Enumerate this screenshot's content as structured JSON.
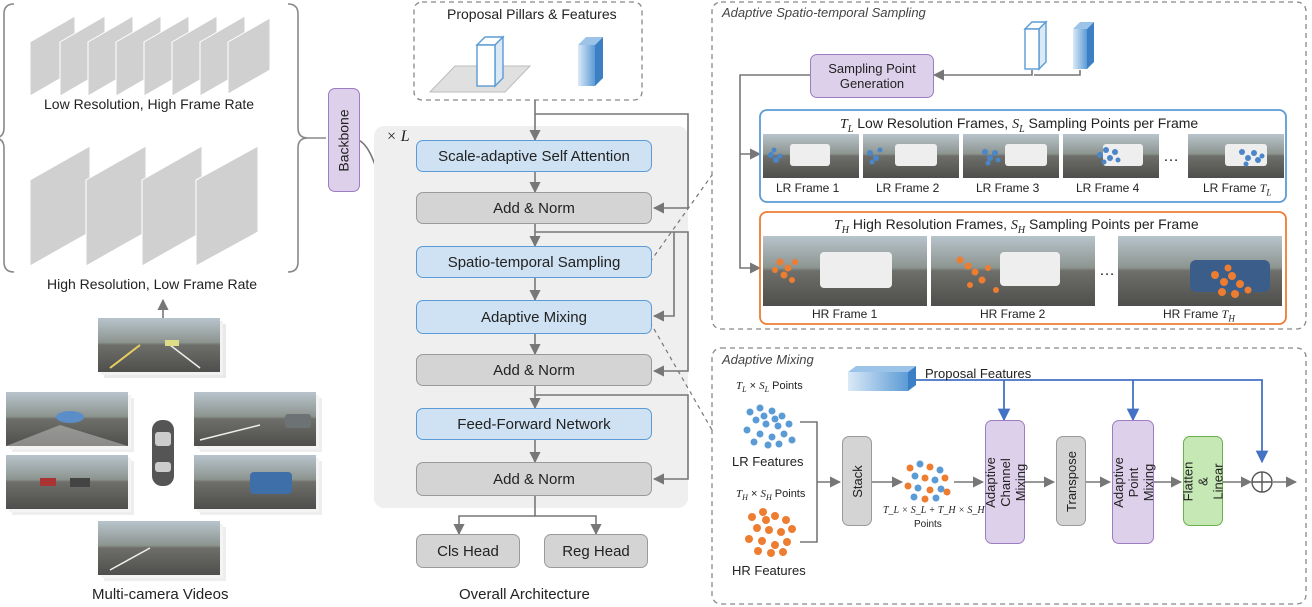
{
  "left": {
    "low_res_label": "Low Resolution, High Frame Rate",
    "high_res_label": "High Resolution, Low Frame Rate",
    "caption": "Multi-camera Videos",
    "backbone": "Backbone"
  },
  "middle": {
    "proposal_title": "Proposal Pillars & Features",
    "repeat": "× L",
    "blocks": {
      "self_attention": "Scale-adaptive Self Attention",
      "add_norm_1": "Add & Norm",
      "st_sampling": "Spatio-temporal Sampling",
      "adaptive_mixing": "Adaptive Mixing",
      "add_norm_2": "Add & Norm",
      "ffn": "Feed-Forward Network",
      "add_norm_3": "Add & Norm"
    },
    "cls_head": "Cls Head",
    "reg_head": "Reg Head",
    "caption": "Overall Architecture"
  },
  "sampling": {
    "title": "Adaptive Spatio-temporal Sampling",
    "gen_line1": "Sampling Point",
    "gen_line2": "Generation",
    "lr_header": {
      "t": "T",
      "t_sub": "L",
      "mid": " Low Resolution Frames, ",
      "s": "S",
      "s_sub": "L",
      "tail": " Sampling Points per Frame"
    },
    "hr_header": {
      "t": "T",
      "t_sub": "H",
      "mid": " High Resolution Frames, ",
      "s": "S",
      "s_sub": "H",
      "tail": " Sampling Points per Frame"
    },
    "lr_frames": [
      "LR Frame 1",
      "LR Frame 2",
      "LR Frame 3",
      "LR Frame 4"
    ],
    "lr_last_prefix": "LR Frame ",
    "lr_last_var": "T",
    "lr_last_sub": "L",
    "hr_frames": [
      "HR Frame 1",
      "HR Frame 2"
    ],
    "hr_last_prefix": "HR Frame ",
    "hr_last_var": "T",
    "hr_last_sub": "H",
    "ellipsis": "…"
  },
  "mixing": {
    "title": "Adaptive Mixing",
    "proposal_features": "Proposal Features",
    "lr_points": {
      "t": "T",
      "t_sub": "L",
      "x": " × ",
      "s": "S",
      "s_sub": "L",
      "tail": " Points"
    },
    "hr_points": {
      "t": "T",
      "t_sub": "H",
      "x": " × ",
      "s": "S",
      "s_sub": "H",
      "tail": " Points"
    },
    "lr_features": "LR Features",
    "hr_features": "HR Features",
    "stack": "Stack",
    "combined_formula": "T_L × S_L + T_H × S_H",
    "combined_points": "Points",
    "channel_mixing": "Adaptive Channel Mixing",
    "transpose": "Transpose",
    "point_mixing": "Adaptive Point Mixing",
    "flatten": "Flatten & Linear"
  },
  "colors": {
    "blue_fill": "#cfe2f3",
    "blue_border": "#5b9bd5",
    "gray_fill": "#d4d4d4",
    "purple_fill": "#ddd0ea",
    "green_fill": "#c6e8b5",
    "lr_point": "#5b9bd5",
    "hr_point": "#ed7d31",
    "proposal_arrow": "#4472c4"
  }
}
